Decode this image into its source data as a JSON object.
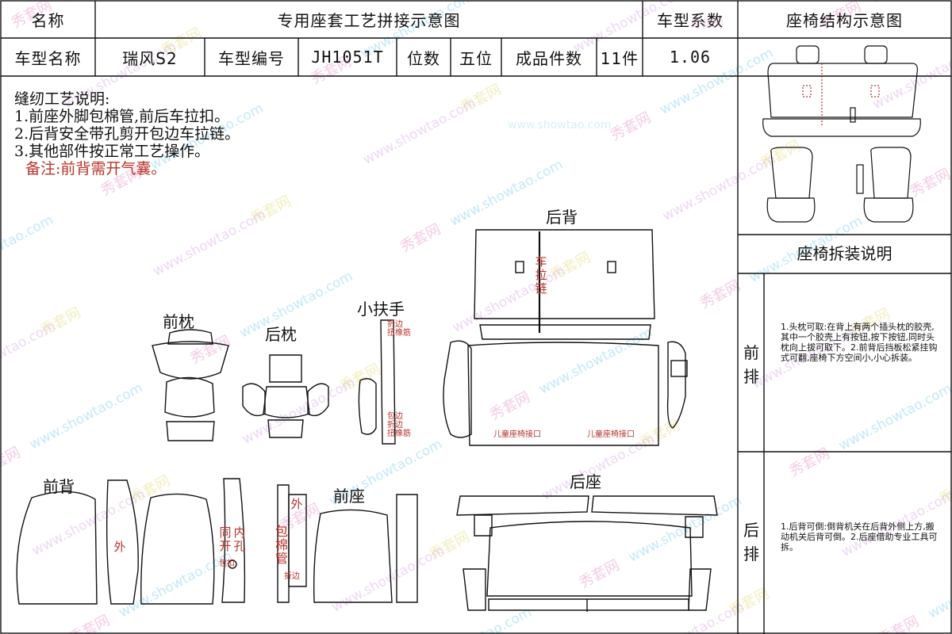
{
  "header": {
    "name_label": "名称",
    "doc_title": "专用座套工艺拼接示意图",
    "coef_label": "车型系数",
    "structure_title": "座椅结构示意图",
    "model_name_label": "车型名称",
    "model_name": "瑞风S2",
    "model_code_label": "车型编号",
    "model_code": "JH1051T",
    "seats_label": "位数",
    "seats_value": "五位",
    "pieces_label": "成品件数",
    "pieces_value": "11件",
    "coef_value": "1.06"
  },
  "notes": {
    "title": "缝纫工艺说明:",
    "items": [
      "1.前座外脚包棉管,前后车拉扣。",
      "2.后背安全带孔剪开包边车拉链。",
      "3.其他部件按正常工艺操作。"
    ],
    "remark": "备注:前背需开气囊。"
  },
  "parts": {
    "rear_back": "后背",
    "armrest": "小扶手",
    "front_headrest": "前枕",
    "rear_headrest": "后枕",
    "front_back": "前背",
    "front_seat": "前座",
    "rear_seat": "后座"
  },
  "annotations": {
    "zipper": "车拉链",
    "hem_tape_top": [
      "折边",
      "扭橡筋"
    ],
    "hem_tape_bottom": [
      "包边",
      "折边",
      "扭橡筋"
    ],
    "child_seat_left": "儿童座椅接口",
    "child_seat_right": "儿童座椅接口",
    "outer_back": "外",
    "inner_hole": "内孔",
    "same_open": "同开",
    "hem_small": "包扣",
    "outer_seat": "外",
    "wrap_tube": "包棉管",
    "fold_edge": "折边"
  },
  "sidebar": {
    "disassembly_title": "座椅拆装说明",
    "front_row_label": "前排",
    "front_row_text": "1.头枕可取:在背上有两个插头枕的胶壳,其中一个胶壳上有按钮,按下按钮,同时头枕向上拔可取下。2.前背后挡板松紧挂钩式可翻,座椅下方空间小,小心拆装。",
    "rear_row_label": "后排",
    "rear_row_text": "1.后背可倒:倒背机关在后背外侧上方,搬动机关后背可倒。2.后座借助专业工具可拆。"
  },
  "watermark": {
    "brand": "秀套网",
    "site": "www.showtao.com"
  },
  "colors": {
    "line": "#111111",
    "annotation_red": "#b8322a",
    "watermark_pink": "#e8a0d0",
    "watermark_cyan": "#86d4f0",
    "watermark_yellow": "#e6e08a"
  }
}
